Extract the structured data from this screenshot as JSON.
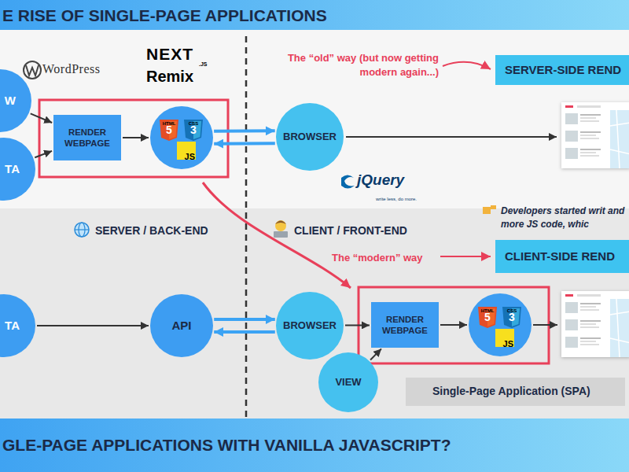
{
  "diagram": {
    "title": "E RISE OF SINGLE-PAGE APPLICATIONS",
    "caption": "GLE-PAGE APPLICATIONS WITH VANILLA JAVASCRIPT?",
    "nodes": [
      {
        "text": [
          "W"
        ]
      },
      {
        "text": [
          "TA"
        ]
      },
      {
        "text": [
          "RENDER WEBPAGE"
        ]
      },
      {
        "text": [
          "HTML",
          "5",
          "CSS",
          "3",
          "JS"
        ]
      },
      {
        "text": [
          "BROWSER"
        ]
      },
      {
        "text": [
          "SERVER-SIDE REND"
        ]
      },
      {
        "text": [
          "CLIENT-SIDE REND"
        ]
      },
      {
        "text": [
          "TA"
        ]
      },
      {
        "text": [
          "API"
        ]
      },
      {
        "text": [
          "BROWSER"
        ]
      },
      {
        "text": [
          "RENDER WEBPAGE"
        ]
      },
      {
        "text": [
          "HTML",
          "5",
          "CSS",
          "3",
          "JS"
        ]
      },
      {
        "text": [
          "VIEW"
        ]
      },
      {
        "text": [
          "Single-Page Application (SPA)"
        ]
      }
    ],
    "edges": [
      {
        "from": 0,
        "to": 2,
        "arrow": "to"
      },
      {
        "from": 1,
        "to": 2,
        "arrow": "to"
      },
      {
        "from": 2,
        "to": 3,
        "arrow": "to"
      },
      {
        "from": 3,
        "to": 4,
        "arrow": "to"
      },
      {
        "from": 4,
        "to": 3,
        "arrow": "to"
      },
      {
        "from": 7,
        "to": 8,
        "arrow": "to"
      },
      {
        "from": 8,
        "to": 9,
        "arrow": "to"
      },
      {
        "from": 9,
        "to": 8,
        "arrow": "to"
      },
      {
        "from": 9,
        "to": 10,
        "arrow": "to"
      },
      {
        "from": 12,
        "to": 10,
        "arrow": "to"
      },
      {
        "from": 10,
        "to": 11,
        "arrow": "to"
      }
    ],
    "labels": [
      "WordPress",
      "NEXT",
      ".JS",
      "Remix",
      "The “old” way (but now getting modern again...)",
      "jQuery",
      "write less, do more.",
      "Developers started writ and more JS code, whic",
      "SERVER / BACK-END",
      "CLIENT / FRONT-END",
      "The “modern” way"
    ]
  }
}
